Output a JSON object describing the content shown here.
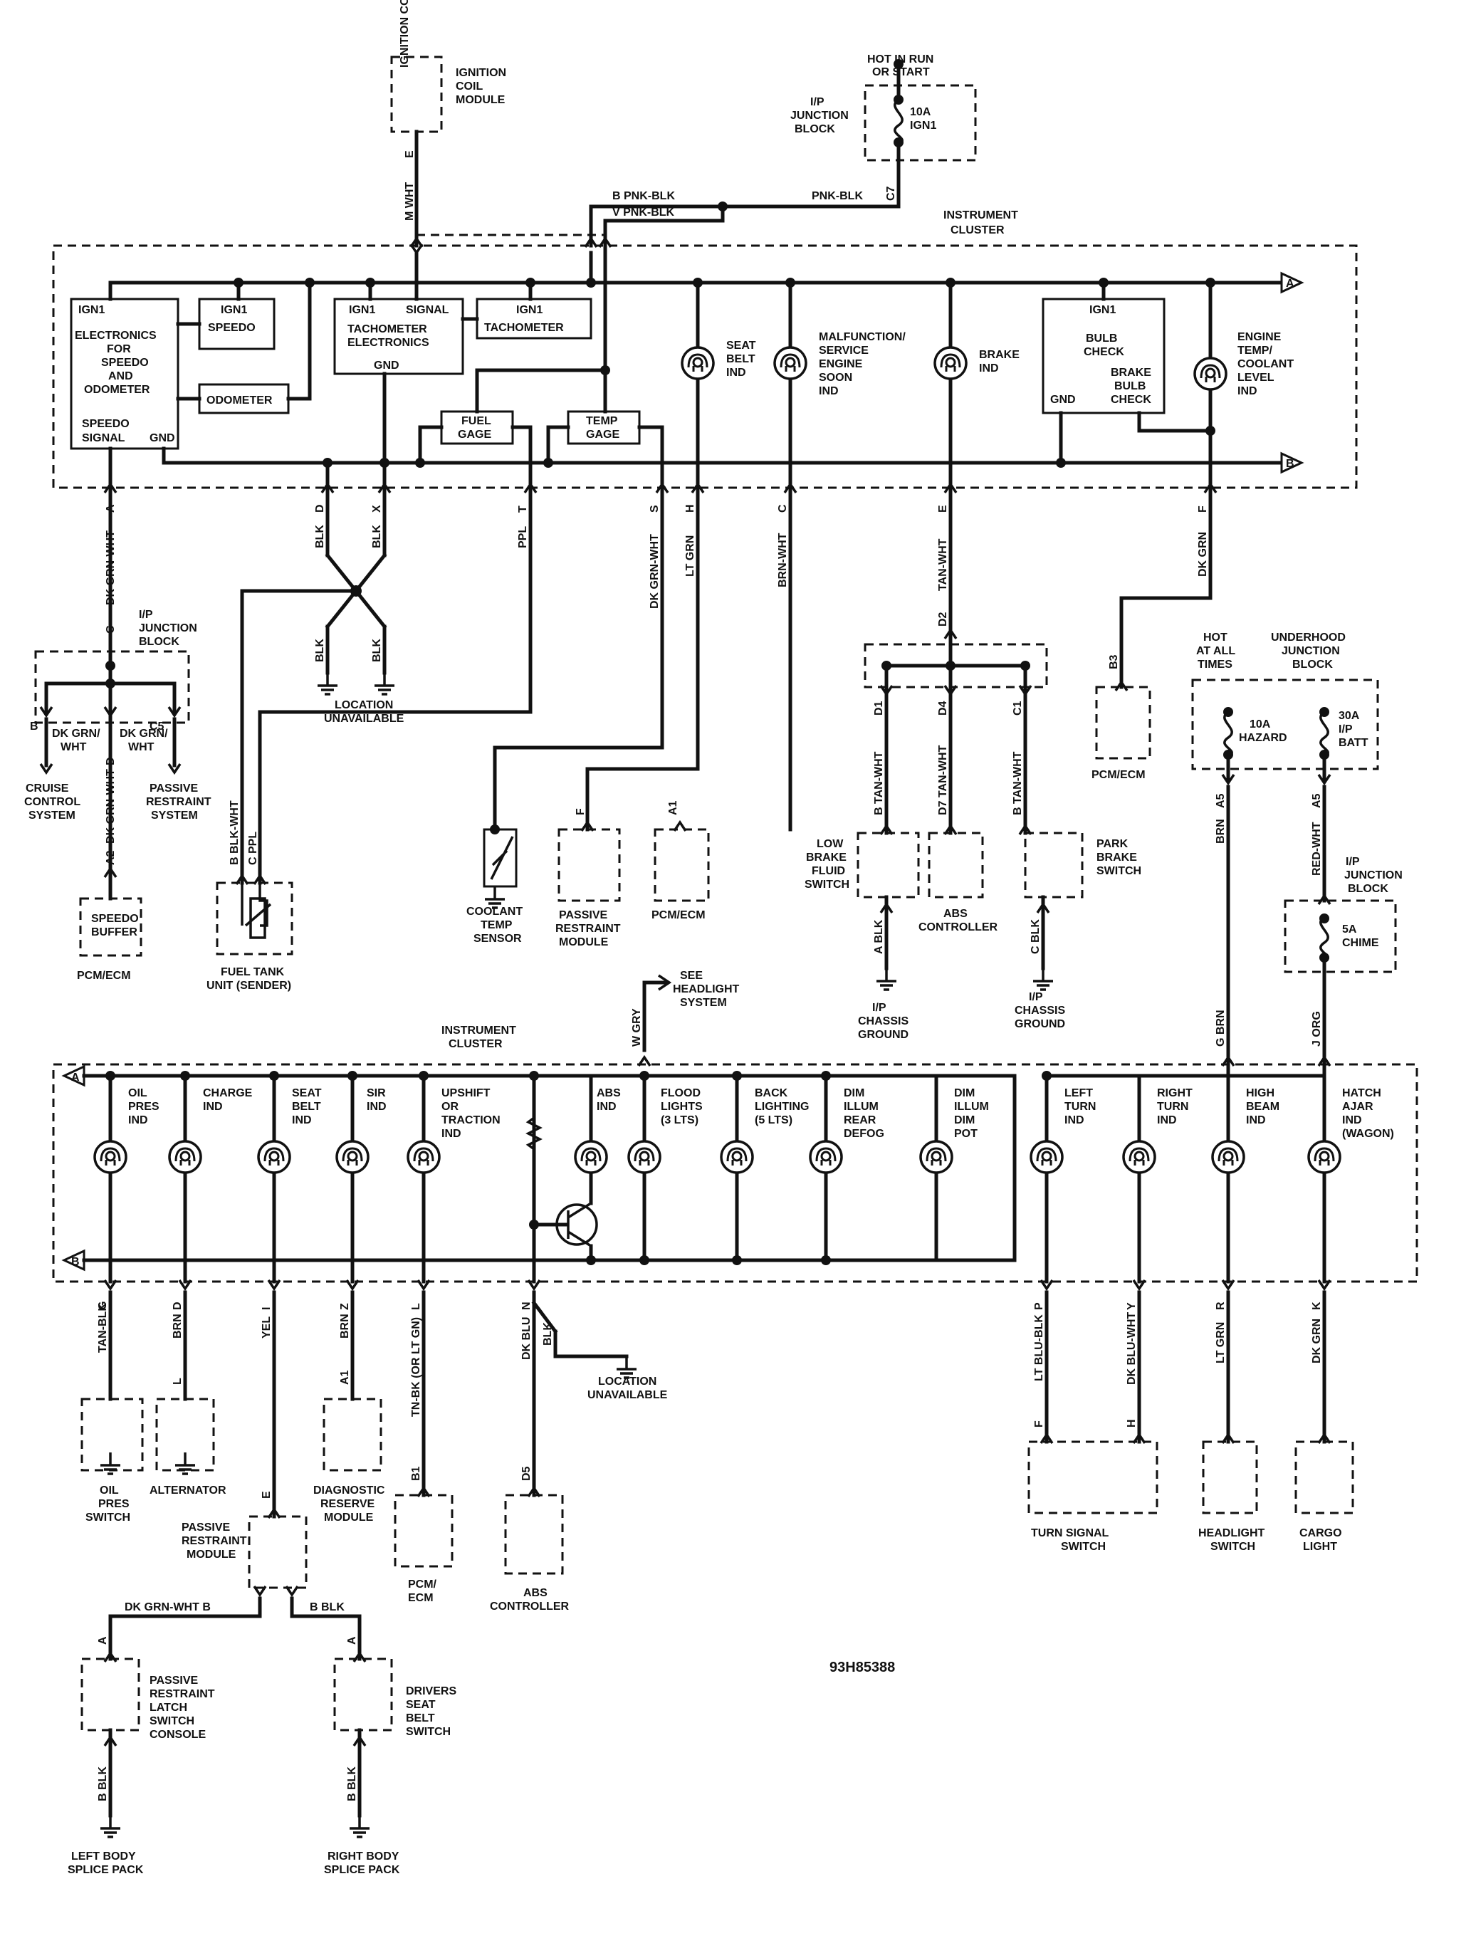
{
  "diagram_id": "93H85388",
  "top": {
    "ignition_coil": [
      "IGNITION",
      "COIL"
    ],
    "ignition_coil_module": [
      "IGNITION",
      "COIL",
      "MODULE"
    ],
    "hot_in_run": [
      "HOT IN RUN",
      "OR START"
    ],
    "ip_junction_block": [
      "I/P",
      "JUNCTION",
      "BLOCK"
    ],
    "fuse_ign1": [
      "10A",
      "IGN1"
    ],
    "instrument_cluster": [
      "INSTRUMENT",
      "CLUSTER"
    ],
    "ign1": "IGN1",
    "electronics_speedo": [
      "ELECTRONICS",
      "FOR",
      "SPEEDO",
      "AND",
      "ODOMETER"
    ],
    "speedo": "SPEEDO",
    "odometer": "ODOMETER",
    "speedo_signal": [
      "SPEEDO",
      "SIGNAL"
    ],
    "gnd": "GND",
    "signal": "SIGNAL",
    "tach_electronics": [
      "TACHOMETER",
      "ELECTRONICS"
    ],
    "tachometer": "TACHOMETER",
    "fuel_gage": [
      "FUEL",
      "GAGE"
    ],
    "temp_gage": [
      "TEMP",
      "GAGE"
    ],
    "seat_belt_ind": [
      "SEAT",
      "BELT",
      "IND"
    ],
    "malfunction": [
      "MALFUNCTION/",
      "SERVICE",
      "ENGINE",
      "SOON",
      "IND"
    ],
    "brake_ind": [
      "BRAKE",
      "IND"
    ],
    "bulb_check": [
      "BULB",
      "CHECK"
    ],
    "brake_bulb_check": [
      "BRAKE",
      "BULB",
      "CHECK"
    ],
    "engine_temp": [
      "ENGINE",
      "TEMP/",
      "COOLANT",
      "LEVEL",
      "IND"
    ],
    "wire_pnk_blk": "PNK-BLK",
    "wire_v_pnk_blk": "V  PNK-BLK",
    "wire_b_pnk_blk": "B  PNK-BLK",
    "wire_m_wht": "M  WHT",
    "wire_c7": "C7",
    "pin_e": "E",
    "tag_a": "A",
    "tag_b": "B"
  },
  "top_lower": {
    "w_a": "A",
    "w_dkgrnwht": "DK GRN-WHT",
    "w_d": "D",
    "w_x": "X",
    "w_blk": "BLK",
    "w_t": "T",
    "w_ppl": "PPL",
    "w_s": "S",
    "w_h": "H",
    "w_ltgrn": "LT GRN",
    "w_c": "C",
    "w_brnwht": "BRN-WHT",
    "w_e": "E",
    "w_tanwht": "TAN-WHT",
    "w_f": "F",
    "w_dkgrn": "DK GRN",
    "w_c_jb": "C",
    "ip_jb": [
      "I/P",
      "JUNCTION",
      "BLOCK"
    ],
    "jb_b": "B",
    "jb_d": "D",
    "jb_c5": "C5",
    "dkgrn_wht_split": [
      "DK GRN/",
      "WHT"
    ],
    "cruise": [
      "CRUISE",
      "CONTROL",
      "SYSTEM"
    ],
    "passive_sys": [
      "PASSIVE",
      "RESTRAINT",
      "SYSTEM"
    ],
    "w_a2": "A2",
    "speedo_buffer": [
      "SPEEDO",
      "BUFFER"
    ],
    "pcm_ecm": "PCM/ECM",
    "location_unavail": [
      "LOCATION",
      "UNAVAILABLE"
    ],
    "w_b_blkwht": "B  BLK-WHT",
    "w_c_ppl": "C  PPL",
    "fuel_tank": [
      "FUEL TANK",
      "UNIT (SENDER)"
    ],
    "coolant_sensor": [
      "COOLANT",
      "TEMP",
      "SENSOR"
    ],
    "prm": [
      "PASSIVE",
      "RESTRAINT",
      "MODULE"
    ],
    "w_f2": "F",
    "w_a1": "A1",
    "w_d2": "D2",
    "w_d1": "D1",
    "w_d4": "D4",
    "w_c1": "C1",
    "w_b_tanwht": "B  TAN-WHT",
    "w_d7_tanwht": "D7  TAN-WHT",
    "low_brake": [
      "LOW",
      "BRAKE",
      "FLUID",
      "SWITCH"
    ],
    "abs_controller": [
      "ABS",
      "CONTROLLER"
    ],
    "park_brake": [
      "PARK",
      "BRAKE",
      "SWITCH"
    ],
    "w_a_blk": "A  BLK",
    "w_c_blk": "C  BLK",
    "ip_chassis_ground": [
      "I/P",
      "CHASSIS",
      "GROUND"
    ],
    "w_b3": "B3",
    "hot_all_times": [
      "HOT",
      "AT ALL",
      "TIMES"
    ],
    "underhood_jb": [
      "UNDERHOOD",
      "JUNCTION",
      "BLOCK"
    ],
    "fuse_hazard": [
      "10A",
      "HAZARD"
    ],
    "fuse_batt": [
      "30A",
      "I/P",
      "BATT"
    ],
    "w_a5": "A5",
    "w_brn": "BRN",
    "w_redwht": "RED-WHT",
    "ip_jb2": [
      "I/P",
      "JUNCTION",
      "BLOCK"
    ],
    "fuse_chime": [
      "5A",
      "CHIME"
    ]
  },
  "bottom": {
    "see_headlight": [
      "SEE",
      "HEADLIGHT",
      "SYSTEM"
    ],
    "w_w_gry": "W  GRY",
    "w_g_brn": "G  BRN",
    "w_j_org": "J  ORG",
    "instrument_cluster": [
      "INSTRUMENT",
      "CLUSTER"
    ],
    "oil_pres_ind": [
      "OIL",
      "PRES",
      "IND"
    ],
    "charge_ind": [
      "CHARGE",
      "IND"
    ],
    "seat_belt_ind": [
      "SEAT",
      "BELT",
      "IND"
    ],
    "sir_ind": [
      "SIR",
      "IND"
    ],
    "upshift": [
      "UPSHIFT",
      "OR",
      "TRACTION",
      "IND"
    ],
    "abs_ind": [
      "ABS",
      "IND"
    ],
    "flood": [
      "FLOOD",
      "LIGHTS",
      "(3 LTS)"
    ],
    "back": [
      "BACK",
      "LIGHTING",
      "(5 LTS)"
    ],
    "dim_rear": [
      "DIM",
      "ILLUM",
      "REAR",
      "DEFOG"
    ],
    "dim_pot": [
      "DIM",
      "ILLUM",
      "DIM",
      "POT"
    ],
    "left_turn": [
      "LEFT",
      "TURN",
      "IND"
    ],
    "right_turn": [
      "RIGHT",
      "TURN",
      "IND"
    ],
    "high_beam": [
      "HIGH",
      "BEAM",
      "IND"
    ],
    "hatch": [
      "HATCH",
      "AJAR",
      "IND",
      "(WAGON)"
    ],
    "tag_a": "A",
    "tag_b": "B",
    "w_tanblk": "TAN-BLK",
    "w_g": "G",
    "w_brn": "BRN",
    "w_d": "D",
    "w_l": "L",
    "w_yel": "YEL",
    "w_i": "I",
    "w_e": "E",
    "w_z": "Z",
    "w_a1": "A1",
    "w_tnbk": "TN-BK (OR LT GN)",
    "w_l2": "L",
    "w_b1": "B1",
    "w_dkblu": "DK BLU",
    "w_n": "N",
    "w_blk": "BLK",
    "w_d5": "D5",
    "w_ltblublk": "LT BLU-BLK",
    "w_p": "P",
    "w_f": "F",
    "w_dkbluwht": "DK BLU-WHT",
    "w_y": "Y",
    "w_h": "H",
    "w_ltgrn": "LT GRN",
    "w_r": "R",
    "w_dkgrn": "DK GRN",
    "w_k": "K",
    "oil_switch": [
      "OIL",
      "PRES",
      "SWITCH"
    ],
    "alternator": "ALTERNATOR",
    "diag_module": [
      "DIAGNOSTIC",
      "RESERVE",
      "MODULE"
    ],
    "pcm_ecm": [
      "PCM/",
      "ECM"
    ],
    "abs_controller": [
      "ABS",
      "CONTROLLER"
    ],
    "location_unavail": [
      "LOCATION",
      "UNAVAILABLE"
    ],
    "turn_switch": [
      "TURN SIGNAL",
      "SWITCH"
    ],
    "headlight_switch": [
      "HEADLIGHT",
      "SWITCH"
    ],
    "cargo": [
      "CARGO",
      "LIGHT"
    ],
    "prm": [
      "PASSIVE",
      "RESTRAINT",
      "MODULE"
    ],
    "w_dkgrnwht_b": "DK GRN-WHT  B",
    "w_b_blk": "B  BLK",
    "w_a": "A",
    "latch": [
      "PASSIVE",
      "RESTRAINT",
      "LATCH",
      "SWITCH",
      "CONSOLE"
    ],
    "drivers": [
      "DRIVERS",
      "SEAT",
      "BELT",
      "SWITCH"
    ],
    "w_b_blk2": "B  BLK",
    "left_splice": [
      "LEFT BODY",
      "SPLICE PACK"
    ],
    "right_splice": [
      "RIGHT BODY",
      "SPLICE PACK"
    ]
  }
}
